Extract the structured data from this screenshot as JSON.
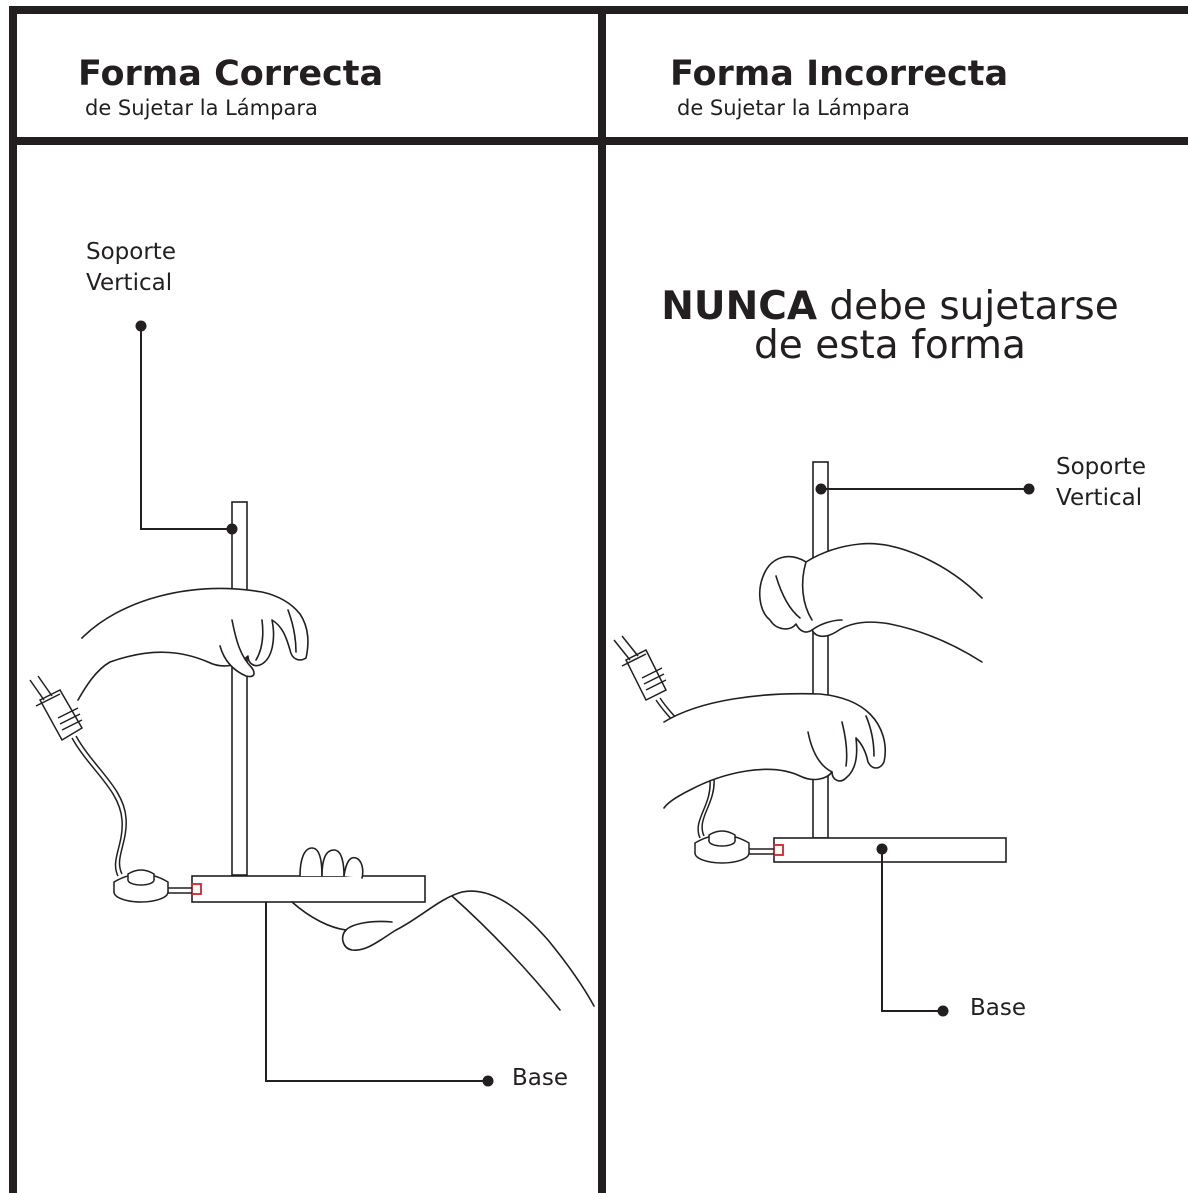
{
  "left_panel": {
    "title": "Forma Correcta",
    "subtitle": "de Sujetar la Lámpara",
    "label_vertical_line1": "Soporte",
    "label_vertical_line2": "Vertical",
    "label_base": "Base"
  },
  "right_panel": {
    "title": "Forma Incorrecta",
    "subtitle": "de Sujetar la Lámpara",
    "warning_strong": "NUNCA",
    "warning_rest": " debe sujetarse",
    "warning_line2": "de esta forma",
    "label_vertical_line1": "Soporte",
    "label_vertical_line2": "Vertical",
    "label_base": "Base"
  },
  "colors": {
    "frame": "#231f20",
    "connector_accent": "#d2232a"
  },
  "icons": [
    "hand-icon",
    "plug-icon",
    "foot-switch-icon",
    "lamp-stand-icon"
  ]
}
